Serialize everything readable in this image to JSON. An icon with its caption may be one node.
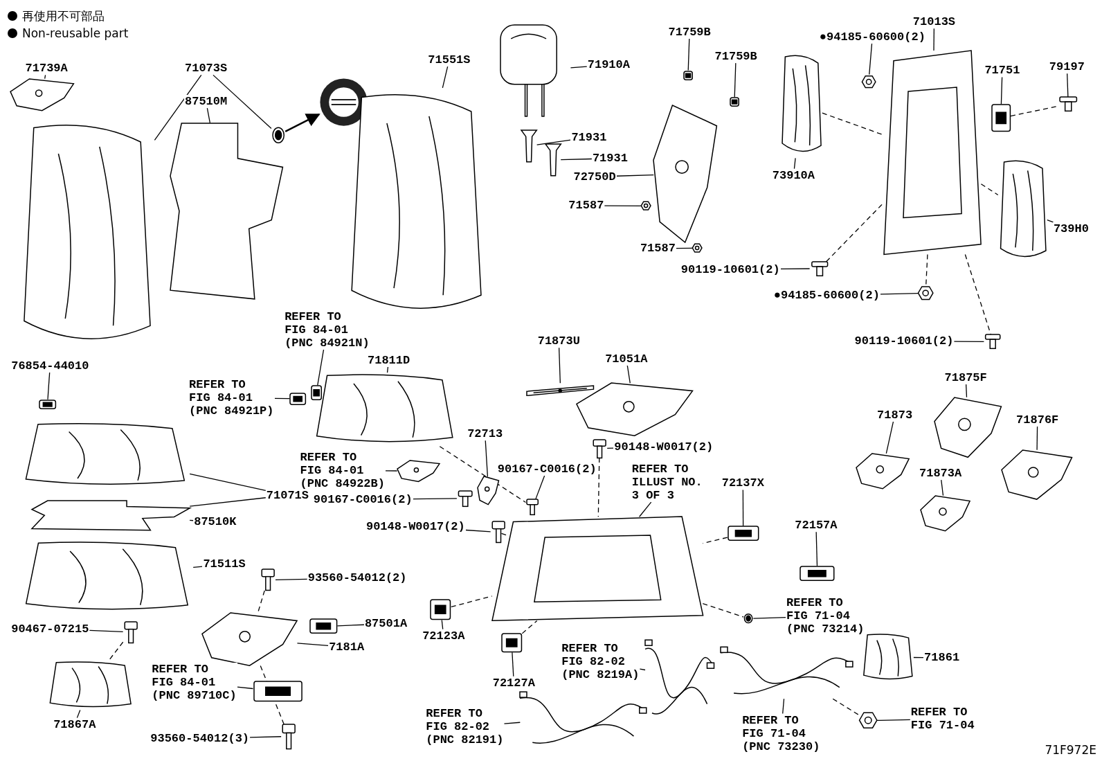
{
  "diagram": {
    "nodes": [
      {
        "text": [
          "71739A"
        ]
      },
      {
        "text": [],
        "shape": "picture"
      },
      {
        "text": [
          "71073S"
        ]
      },
      {
        "text": [],
        "shape": "picture"
      },
      {
        "text": [],
        "shape": "picture"
      },
      {
        "text": [
          "87510M"
        ]
      },
      {
        "text": [],
        "shape": "picture"
      },
      {
        "text": [],
        "shape": "picture"
      },
      {
        "text": [
          "71551S"
        ]
      },
      {
        "text": [],
        "shape": "picture"
      },
      {
        "text": [
          "71910A"
        ]
      },
      {
        "text": [],
        "shape": "picture"
      },
      {
        "text": [
          "71931"
        ]
      },
      {
        "text": [],
        "shape": "picture"
      },
      {
        "text": [
          "71931"
        ]
      },
      {
        "text": [],
        "shape": "picture"
      },
      {
        "text": [
          "71759B"
        ]
      },
      {
        "text": [],
        "shape": "picture"
      },
      {
        "text": [
          "71759B"
        ]
      },
      {
        "text": [],
        "shape": "picture"
      },
      {
        "text": [
          "72750D"
        ]
      },
      {
        "text": [],
        "shape": "picture"
      },
      {
        "text": [
          "71587"
        ]
      },
      {
        "text": [],
        "shape": "picture"
      },
      {
        "text": [
          "71587"
        ]
      },
      {
        "text": [],
        "shape": "picture"
      },
      {
        "text": [
          "●94185-60600(2)"
        ]
      },
      {
        "text": [],
        "shape": "picture"
      },
      {
        "text": [
          "71013S"
        ]
      },
      {
        "text": [],
        "shape": "picture"
      },
      {
        "text": [
          "71751"
        ]
      },
      {
        "text": [],
        "shape": "picture"
      },
      {
        "text": [
          "79197"
        ]
      },
      {
        "text": [],
        "shape": "picture"
      },
      {
        "text": [
          "73910A"
        ]
      },
      {
        "text": [],
        "shape": "picture"
      },
      {
        "text": [
          "739H0"
        ]
      },
      {
        "text": [],
        "shape": "picture"
      },
      {
        "text": [
          "90119-10601(2)"
        ]
      },
      {
        "text": [],
        "shape": "picture"
      },
      {
        "text": [
          "●94185-60600(2)"
        ]
      },
      {
        "text": [],
        "shape": "picture"
      },
      {
        "text": [
          "90119-10601(2)"
        ]
      },
      {
        "text": [],
        "shape": "picture"
      },
      {
        "text": [
          "76854-44010"
        ]
      },
      {
        "text": [],
        "shape": "picture"
      },
      {
        "text": [
          "REFER TO FIG 84-01 (PNC 84921N)"
        ]
      },
      {
        "text": [],
        "shape": "picture"
      },
      {
        "text": [
          "REFER TO FIG 84-01 (PNC 84921P)"
        ]
      },
      {
        "text": [],
        "shape": "picture"
      },
      {
        "text": [
          "71811D"
        ]
      },
      {
        "text": [],
        "shape": "picture"
      },
      {
        "text": [
          "REFER TO FIG 84-01 (PNC 84922B)"
        ]
      },
      {
        "text": [],
        "shape": "picture"
      },
      {
        "text": [
          "72713"
        ]
      },
      {
        "text": [],
        "shape": "picture"
      },
      {
        "text": [
          "90167-C0016(2)"
        ]
      },
      {
        "text": [],
        "shape": "picture"
      },
      {
        "text": [
          "90167-C0016(2)"
        ]
      },
      {
        "text": [],
        "shape": "picture"
      },
      {
        "text": [
          "71873U"
        ]
      },
      {
        "text": [],
        "shape": "picture"
      },
      {
        "text": [
          "71051A"
        ]
      },
      {
        "text": [],
        "shape": "picture"
      },
      {
        "text": [
          "90148-W0017(2)"
        ]
      },
      {
        "text": [],
        "shape": "picture"
      },
      {
        "text": [
          "REFER TO ILLUST NO. 3 OF 3"
        ]
      },
      {
        "text": [],
        "shape": "picture"
      },
      {
        "text": [
          "72137X"
        ]
      },
      {
        "text": [],
        "shape": "picture"
      },
      {
        "text": [
          "72157A"
        ]
      },
      {
        "text": [],
        "shape": "picture"
      },
      {
        "text": [
          "90148-W0017(2)"
        ]
      },
      {
        "text": [],
        "shape": "picture"
      },
      {
        "text": [
          "71071S"
        ]
      },
      {
        "text": [],
        "shape": "picture"
      },
      {
        "text": [
          "87510K"
        ]
      },
      {
        "text": [],
        "shape": "picture"
      },
      {
        "text": [
          "71511S"
        ]
      },
      {
        "text": [],
        "shape": "picture"
      },
      {
        "text": [
          "93560-54012(2)"
        ]
      },
      {
        "text": [],
        "shape": "picture"
      },
      {
        "text": [
          "87501A"
        ]
      },
      {
        "text": [],
        "shape": "picture"
      },
      {
        "text": [
          "7181A"
        ]
      },
      {
        "text": [],
        "shape": "picture"
      },
      {
        "text": [
          "90467-07215"
        ]
      },
      {
        "text": [],
        "shape": "picture"
      },
      {
        "text": [
          "REFER TO FIG 84-01 (PNC 89710C)"
        ]
      },
      {
        "text": [],
        "shape": "picture"
      },
      {
        "text": [
          "71867A"
        ]
      },
      {
        "text": [],
        "shape": "picture"
      },
      {
        "text": [
          "93560-54012(3)"
        ]
      },
      {
        "text": [],
        "shape": "picture"
      },
      {
        "text": [
          "72123A"
        ]
      },
      {
        "text": [],
        "shape": "picture"
      },
      {
        "text": [
          "72127A"
        ]
      },
      {
        "text": [],
        "shape": "picture"
      },
      {
        "text": [
          "REFER TO FIG 82-02 (PNC 8219A)"
        ]
      },
      {
        "text": [],
        "shape": "picture"
      },
      {
        "text": [
          "REFER TO FIG 82-02 (PNC 82191)"
        ]
      },
      {
        "text": [],
        "shape": "picture"
      },
      {
        "text": [
          "REFER TO FIG 71-04 (PNC 73214)"
        ]
      },
      {
        "text": [],
        "shape": "picture"
      },
      {
        "text": [
          "REFER TO FIG 71-04 (PNC 73230)"
        ]
      },
      {
        "text": [],
        "shape": "picture"
      },
      {
        "text": [
          "REFER TO FIG 71-04"
        ]
      },
      {
        "text": [],
        "shape": "picture"
      },
      {
        "text": [
          "71861"
        ]
      },
      {
        "text": [],
        "shape": "picture"
      },
      {
        "text": [
          "71875F"
        ]
      },
      {
        "text": [],
        "shape": "picture"
      },
      {
        "text": [
          "71873"
        ]
      },
      {
        "text": [],
        "shape": "picture"
      },
      {
        "text": [
          "71876F"
        ]
      },
      {
        "text": [],
        "shape": "picture"
      },
      {
        "text": [
          "71873A"
        ]
      },
      {
        "text": [],
        "shape": "picture"
      }
    ],
    "edges": [
      {
        "from": 0,
        "to": 1,
        "arrow": "none"
      },
      {
        "from": 2,
        "to": 3,
        "arrow": "none"
      },
      {
        "from": 2,
        "to": 4,
        "arrow": "none"
      },
      {
        "from": 5,
        "to": 6,
        "arrow": "none"
      },
      {
        "from": 4,
        "to": 7,
        "arrow": "to"
      },
      {
        "from": 8,
        "to": 9,
        "arrow": "none"
      },
      {
        "from": 10,
        "to": 11,
        "arrow": "none"
      },
      {
        "from": 12,
        "to": 13,
        "arrow": "none"
      },
      {
        "from": 14,
        "to": 15,
        "arrow": "none"
      },
      {
        "from": 16,
        "to": 17,
        "arrow": "none"
      },
      {
        "from": 18,
        "to": 19,
        "arrow": "none"
      },
      {
        "from": 20,
        "to": 21,
        "arrow": "none"
      },
      {
        "from": 22,
        "to": 23,
        "arrow": "none"
      },
      {
        "from": 24,
        "to": 25,
        "arrow": "none"
      },
      {
        "from": 26,
        "to": 27,
        "arrow": "none"
      },
      {
        "from": 28,
        "to": 29,
        "arrow": "none"
      },
      {
        "from": 30,
        "to": 31,
        "arrow": "none"
      },
      {
        "from": 32,
        "to": 33,
        "arrow": "none"
      },
      {
        "from": 34,
        "to": 35,
        "arrow": "none"
      },
      {
        "from": 36,
        "to": 37,
        "arrow": "none"
      },
      {
        "from": 38,
        "to": 39,
        "arrow": "none"
      },
      {
        "from": 40,
        "to": 41,
        "arrow": "none"
      },
      {
        "from": 42,
        "to": 43,
        "arrow": "none"
      },
      {
        "from": 44,
        "to": 45,
        "arrow": "none"
      },
      {
        "from": 46,
        "to": 47,
        "arrow": "none"
      },
      {
        "from": 48,
        "to": 49,
        "arrow": "none"
      },
      {
        "from": 50,
        "to": 51,
        "arrow": "none"
      },
      {
        "from": 52,
        "to": 53,
        "arrow": "none"
      },
      {
        "from": 54,
        "to": 55,
        "arrow": "none"
      },
      {
        "from": 56,
        "to": 57,
        "arrow": "none"
      },
      {
        "from": 58,
        "to": 59,
        "arrow": "none"
      },
      {
        "from": 60,
        "to": 61,
        "arrow": "none"
      },
      {
        "from": 62,
        "to": 63,
        "arrow": "none"
      },
      {
        "from": 64,
        "to": 65,
        "arrow": "none"
      },
      {
        "from": 66,
        "to": 67,
        "arrow": "none"
      },
      {
        "from": 68,
        "to": 69,
        "arrow": "none"
      },
      {
        "from": 70,
        "to": 71,
        "arrow": "none"
      },
      {
        "from": 72,
        "to": 73,
        "arrow": "none"
      },
      {
        "from": 74,
        "to": 75,
        "arrow": "none"
      },
      {
        "from": 74,
        "to": 77,
        "arrow": "none"
      },
      {
        "from": 76,
        "to": 77,
        "arrow": "none"
      },
      {
        "from": 78,
        "to": 79,
        "arrow": "none"
      },
      {
        "from": 80,
        "to": 81,
        "arrow": "none"
      },
      {
        "from": 82,
        "to": 83,
        "arrow": "none"
      },
      {
        "from": 84,
        "to": 85,
        "arrow": "none"
      },
      {
        "from": 86,
        "to": 87,
        "arrow": "none"
      },
      {
        "from": 88,
        "to": 89,
        "arrow": "none"
      },
      {
        "from": 90,
        "to": 91,
        "arrow": "none"
      },
      {
        "from": 92,
        "to": 93,
        "arrow": "none"
      },
      {
        "from": 94,
        "to": 95,
        "arrow": "none"
      },
      {
        "from": 96,
        "to": 97,
        "arrow": "none"
      },
      {
        "from": 98,
        "to": 99,
        "arrow": "none"
      },
      {
        "from": 100,
        "to": 101,
        "arrow": "none"
      },
      {
        "from": 102,
        "to": 103,
        "arrow": "none"
      },
      {
        "from": 104,
        "to": 105,
        "arrow": "none"
      },
      {
        "from": 106,
        "to": 107,
        "arrow": "none"
      },
      {
        "from": 108,
        "to": 109,
        "arrow": "none"
      },
      {
        "from": 110,
        "to": 111,
        "arrow": "none"
      },
      {
        "from": 112,
        "to": 113,
        "arrow": "none"
      },
      {
        "from": 114,
        "to": 115,
        "arrow": "none"
      },
      {
        "from": 116,
        "to": 117,
        "arrow": "none"
      },
      {
        "from": 35,
        "to": 29,
        "arrow": "none",
        "style": "dashed"
      },
      {
        "from": 31,
        "to": 33,
        "arrow": "none",
        "style": "dashed"
      },
      {
        "from": 29,
        "to": 37,
        "arrow": "none",
        "style": "dashed"
      },
      {
        "from": 39,
        "to": 29,
        "arrow": "none",
        "style": "dashed"
      },
      {
        "from": 29,
        "to": 41,
        "arrow": "none",
        "style": "dashed"
      },
      {
        "from": 29,
        "to": 43,
        "arrow": "none",
        "style": "dashed"
      },
      {
        "from": 51,
        "to": 57,
        "arrow": "none",
        "style": "dashed"
      },
      {
        "from": 65,
        "to": 67,
        "arrow": "none",
        "style": "dashed"
      },
      {
        "from": 73,
        "to": 67,
        "arrow": "none",
        "style": "dashed"
      },
      {
        "from": 69,
        "to": 67,
        "arrow": "none",
        "style": "dashed"
      },
      {
        "from": 95,
        "to": 67,
        "arrow": "none",
        "style": "dashed"
      },
      {
        "from": 97,
        "to": 67,
        "arrow": "none",
        "style": "dashed"
      },
      {
        "from": 67,
        "to": 103,
        "arrow": "none",
        "style": "dashed"
      },
      {
        "from": 105,
        "to": 107,
        "arrow": "none",
        "style": "dashed"
      },
      {
        "from": 81,
        "to": 85,
        "arrow": "none",
        "style": "dashed"
      },
      {
        "from": 85,
        "to": 93,
        "arrow": "none",
        "style": "dashed"
      },
      {
        "from": 87,
        "to": 91,
        "arrow": "none",
        "style": "dashed"
      }
    ],
    "labels": [
      "71F972E"
    ],
    "legend": [
      {
        "text": "再使用不可部品"
      },
      {
        "text": "Non-reusable part"
      }
    ]
  }
}
